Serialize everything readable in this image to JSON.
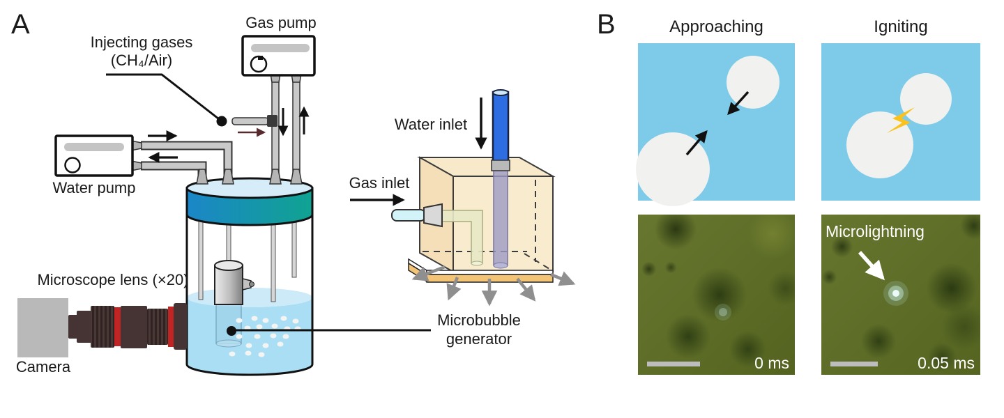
{
  "panelA": {
    "panel_label": "A",
    "gas_pump_label": "Gas pump",
    "injecting_gases_line1": "Injecting gases",
    "injecting_gases_line2": "(CH₄/Air)",
    "water_pump_label": "Water pump",
    "microscope_lens_label": "Microscope lens (×20)",
    "camera_label": "Camera",
    "water_inlet_label": "Water inlet",
    "gas_inlet_label": "Gas inlet",
    "microbubble_generator_line1": "Microbubble",
    "microbubble_generator_line2": "generator"
  },
  "panelB": {
    "panel_label": "B",
    "columns": [
      {
        "title": "Approaching",
        "timestamp": "0 ms"
      },
      {
        "title": "Igniting",
        "timestamp": "0.05 ms",
        "annotation": "Microlightning"
      }
    ]
  },
  "colors": {
    "schematic_background": "#7ecbe9",
    "bubble_fill": "#f1f1ef",
    "lightning": "#f9c21c",
    "micrograph_green": "#5f6e27",
    "lid_gradient_left": "#1b86c8",
    "lid_gradient_right": "#10a391",
    "liquid": "#aadef4",
    "annotation_text": "#ffffff",
    "scale_bar": "#bdbdbd"
  }
}
